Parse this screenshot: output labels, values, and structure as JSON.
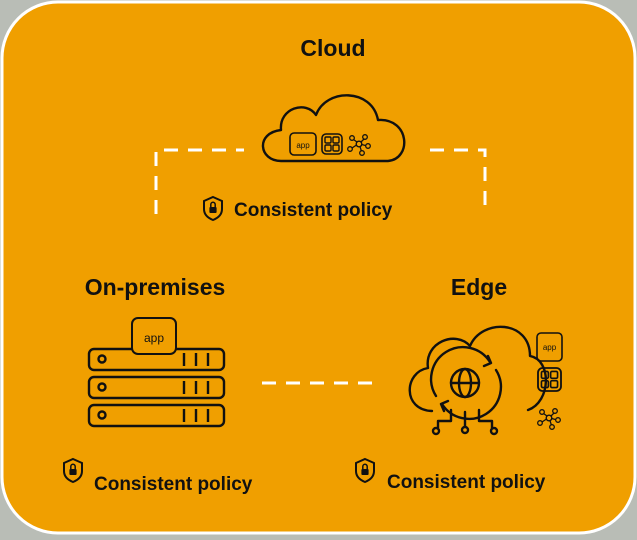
{
  "colors": {
    "background": "#b9bdb6",
    "panel": "#f09f00",
    "panel_border": "#ffffff",
    "ink": "#111111",
    "dashes": "#ffffff"
  },
  "cloud": {
    "title": "Cloud",
    "policy_label": "Consistent policy",
    "icons": [
      "cloud-icon",
      "app-icon",
      "grid-icon",
      "network-icon",
      "shield-lock-icon"
    ]
  },
  "on_premises": {
    "title": "On-premises",
    "policy_label": "Consistent policy",
    "icons": [
      "server-rack-icon",
      "app-icon",
      "shield-lock-icon"
    ]
  },
  "edge": {
    "title": "Edge",
    "policy_label": "Consistent policy",
    "icons": [
      "cloud-globe-icon",
      "app-icon",
      "grid-icon",
      "network-icon",
      "shield-lock-icon"
    ]
  },
  "app_label": "app"
}
